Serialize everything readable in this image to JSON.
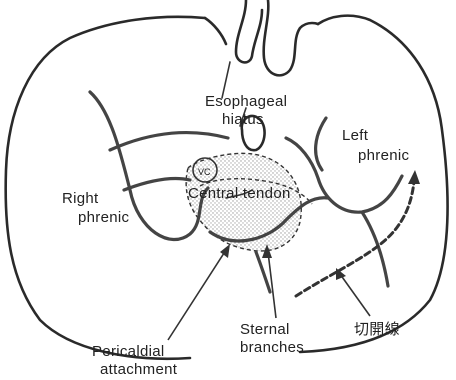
{
  "labels": {
    "esophageal_hiatus": [
      "Esophageal",
      "hiatus"
    ],
    "left_phrenic": [
      "Left",
      "phrenic"
    ],
    "right_phrenic": [
      "Right",
      "phrenic"
    ],
    "central_tendon": "Central tendon",
    "vc": "VC",
    "sternal_branches": [
      "Sternal",
      "branches"
    ],
    "incision_line": "切開線",
    "pericardial_attachment": [
      "Pericaldial",
      "attachment"
    ]
  }
}
